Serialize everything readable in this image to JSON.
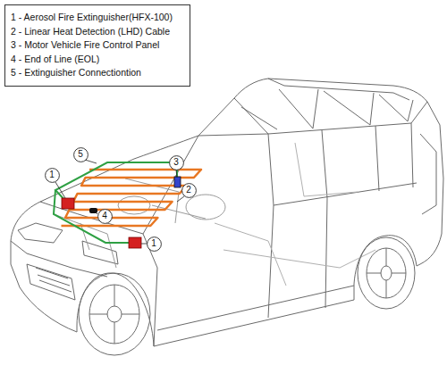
{
  "diagram": {
    "nodes": [
      {
        "text": [
          "1 - Aerosol Fire Extinguisher(HFX-100)",
          "2 - Linear Heat Detection (LHD) Cable",
          "3 - Motor Vehicle Fire Control Panel",
          "4 - End of Line (EOL)",
          "5 - Extinguisher Connectiontion"
        ]
      },
      {
        "text": [
          "5"
        ]
      },
      {
        "text": [
          "3"
        ]
      },
      {
        "text": [
          "1"
        ]
      },
      {
        "text": [
          "2"
        ]
      },
      {
        "text": [
          "4"
        ]
      },
      {
        "text": [
          "1"
        ]
      }
    ]
  }
}
